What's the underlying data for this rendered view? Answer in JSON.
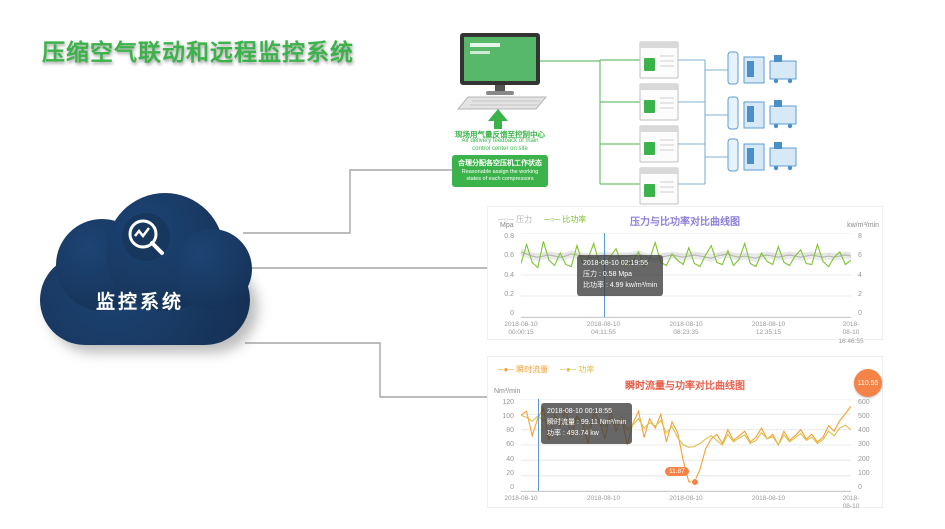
{
  "page": {
    "title": "压缩空气联动和远程监控系统"
  },
  "cloud": {
    "label": "监控系统",
    "color": "#17375e"
  },
  "diagram": {
    "feedback_cn": "现场用气量反馈至控制中心",
    "feedback_en_1": "Air delivery feedback of main",
    "feedback_en_2": "control center on site",
    "assign_cn": "合理分配各空压机工作状态",
    "assign_en_1": "Reasonable assign the working",
    "assign_en_2": "states of each compressors"
  },
  "chart_data": [
    {
      "id": "pressure-power",
      "type": "line",
      "title": "压力与比功率对比曲线图",
      "title_color": "#8f7fd8",
      "ylabel_left": "Mpa",
      "ylabel_right": "kw/m³/min",
      "ylim_left": [
        0,
        0.8
      ],
      "ylim_right": [
        0,
        8
      ],
      "yticks_left": [
        0,
        0.2,
        0.4,
        0.6,
        0.8
      ],
      "yticks_right": [
        0,
        2,
        4,
        6,
        8
      ],
      "xticks": [
        [
          "2018-08-10",
          "00:00:15"
        ],
        [
          "2018-08-10",
          "04:11:55"
        ],
        [
          "2018-08-10",
          "08:23:35"
        ],
        [
          "2018-08-10",
          "12:35:15"
        ],
        [
          "2018-08-10",
          "16:46:55"
        ]
      ],
      "legend_position": "top-left",
      "grid": true,
      "series": [
        {
          "name": "压力",
          "marker": "○",
          "axis": "left",
          "color": "#b5b5b5",
          "band": 0.035,
          "values": [
            0.62,
            0.6,
            0.58,
            0.57,
            0.58,
            0.59,
            0.58,
            0.57,
            0.58,
            0.6,
            0.59,
            0.58,
            0.57,
            0.56,
            0.58,
            0.59,
            0.58,
            0.57,
            0.58,
            0.58,
            0.59,
            0.6,
            0.58,
            0.56,
            0.55,
            0.57,
            0.58,
            0.59,
            0.58,
            0.57,
            0.58,
            0.59,
            0.58,
            0.57,
            0.56,
            0.58,
            0.59,
            0.6,
            0.58,
            0.57,
            0.58,
            0.57,
            0.56,
            0.58,
            0.59,
            0.58,
            0.57,
            0.58,
            0.59,
            0.58,
            0.57,
            0.58,
            0.59,
            0.58,
            0.57,
            0.58,
            0.57,
            0.58,
            0.59,
            0.58
          ]
        },
        {
          "name": "比功率",
          "marker": "○",
          "axis": "right",
          "color": "#7dc32f",
          "values": [
            5.1,
            6.9,
            5.2,
            4.7,
            7.2,
            5.4,
            4.9,
            6.1,
            5.0,
            4.8,
            6.8,
            5.2,
            5.6,
            7.0,
            5.1,
            4.9,
            5.8,
            6.5,
            5.0,
            4.99,
            5.3,
            6.2,
            4.8,
            5.5,
            7.1,
            5.2,
            4.9,
            6.0,
            5.4,
            5.0,
            6.6,
            5.1,
            4.8,
            5.9,
            6.8,
            5.2,
            5.0,
            6.3,
            4.9,
            5.5,
            7.0,
            5.1,
            4.8,
            6.1,
            5.3,
            5.0,
            6.7,
            5.2,
            4.9,
            5.8,
            6.4,
            5.1,
            5.0,
            6.9,
            5.3,
            4.8,
            5.7,
            6.2,
            5.0,
            5.4
          ]
        }
      ],
      "tooltip": {
        "time": "2018-08-10 02:19:55",
        "line1": "压力 : 0.58 Mpa",
        "line2": "比功率 : 4.99 kw/m³/min"
      }
    },
    {
      "id": "flow-power",
      "type": "line",
      "title": "瞬时流量与功率对比曲线图",
      "title_color": "#e8604c",
      "ylabel_left": "Nm³/min",
      "ylabel_right": "",
      "ylim_left": [
        0,
        120
      ],
      "ylim_right": [
        0,
        600
      ],
      "yticks_left": [
        0,
        20,
        40,
        60,
        80,
        100,
        120
      ],
      "yticks_right": [
        0,
        100,
        200,
        300,
        400,
        500,
        600
      ],
      "xticks": [
        [
          "2018-08-10"
        ],
        [
          "2018-08-10"
        ],
        [
          "2018-08-10"
        ],
        [
          "2018-08-10"
        ],
        [
          "2018-08-10"
        ]
      ],
      "legend_position": "top-left",
      "grid": true,
      "series": [
        {
          "name": "瞬时流量",
          "marker": "●",
          "axis": "left",
          "color": "#f5a033",
          "values": [
            99.11,
            104,
            72,
            95,
            108,
            66,
            100,
            84,
            106,
            70,
            98,
            88,
            62,
            102,
            92,
            68,
            105,
            78,
            96,
            60,
            88,
            104,
            70,
            94,
            82,
            100,
            64,
            90,
            76,
            40,
            12,
            11.87,
            28,
            55,
            68,
            74,
            62,
            80,
            66,
            72,
            78,
            64,
            70,
            82,
            68,
            74,
            60,
            78,
            66,
            72,
            80,
            68,
            74,
            64,
            70,
            85,
            78,
            92,
            101,
            110.55
          ]
        },
        {
          "name": "功率",
          "marker": "●",
          "axis": "right",
          "color": "#dcc04a",
          "values": [
            493.74,
            480,
            455,
            488,
            462,
            440,
            478,
            430,
            470,
            448,
            482,
            436,
            410,
            468,
            444,
            420,
            476,
            432,
            458,
            400,
            430,
            472,
            410,
            446,
            424,
            460,
            380,
            420,
            350,
            300,
            285,
            290,
            310,
            340,
            360,
            330,
            300,
            370,
            320,
            345,
            365,
            310,
            330,
            380,
            340,
            355,
            300,
            365,
            320,
            345,
            375,
            330,
            350,
            310,
            335,
            390,
            360,
            410,
            430,
            400
          ]
        }
      ],
      "tooltip": {
        "time": "2018-08-10 00:18:55",
        "line1": "瞬时流量 : 99.11 Nm³/min",
        "line2": "功率 : 493.74 kw"
      },
      "badge": "110.55",
      "point_label": "11.87"
    }
  ]
}
